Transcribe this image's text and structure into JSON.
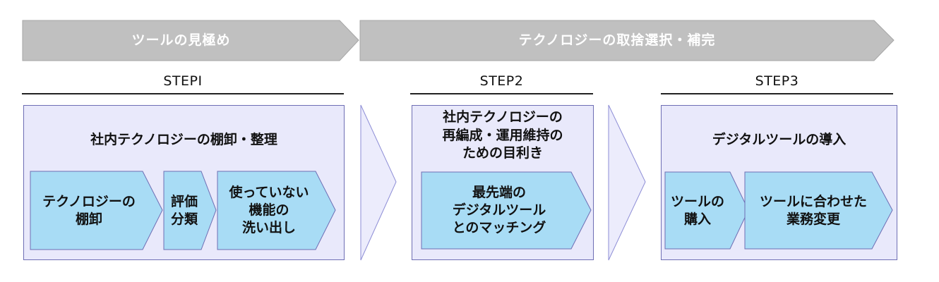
{
  "phases": [
    {
      "label": "ツールの見極め"
    },
    {
      "label": "テクノロジーの取捨選択・補完"
    }
  ],
  "steps": [
    {
      "header": "STEPⅠ",
      "title": "社内テクノロジーの棚卸・整理",
      "chevrons": [
        "テクノロジーの\n棚卸",
        "評価\n分類",
        "使っていない\n機能の\n洗い出し"
      ]
    },
    {
      "header": "STEP2",
      "title": "社内テクノロジーの\n再編成・運用維持の\nための目利き",
      "chevrons": [
        "最先端の\nデジタルツール\nとのマッチング"
      ]
    },
    {
      "header": "STEP3",
      "title": "デジタルツールの導入",
      "chevrons": [
        "ツールの\n購入",
        "ツールに合わせた\n業務変更"
      ]
    }
  ],
  "colors": {
    "phase_fill": "#c0c0c0",
    "phase_stroke": "#a6a6a6",
    "box_fill": "#e9e9fb",
    "box_stroke": "#6e6eb4",
    "chevron_fill": "#a8dcf5",
    "chevron_stroke": "#6e6eb4",
    "connector_fill": "#ececfc"
  }
}
